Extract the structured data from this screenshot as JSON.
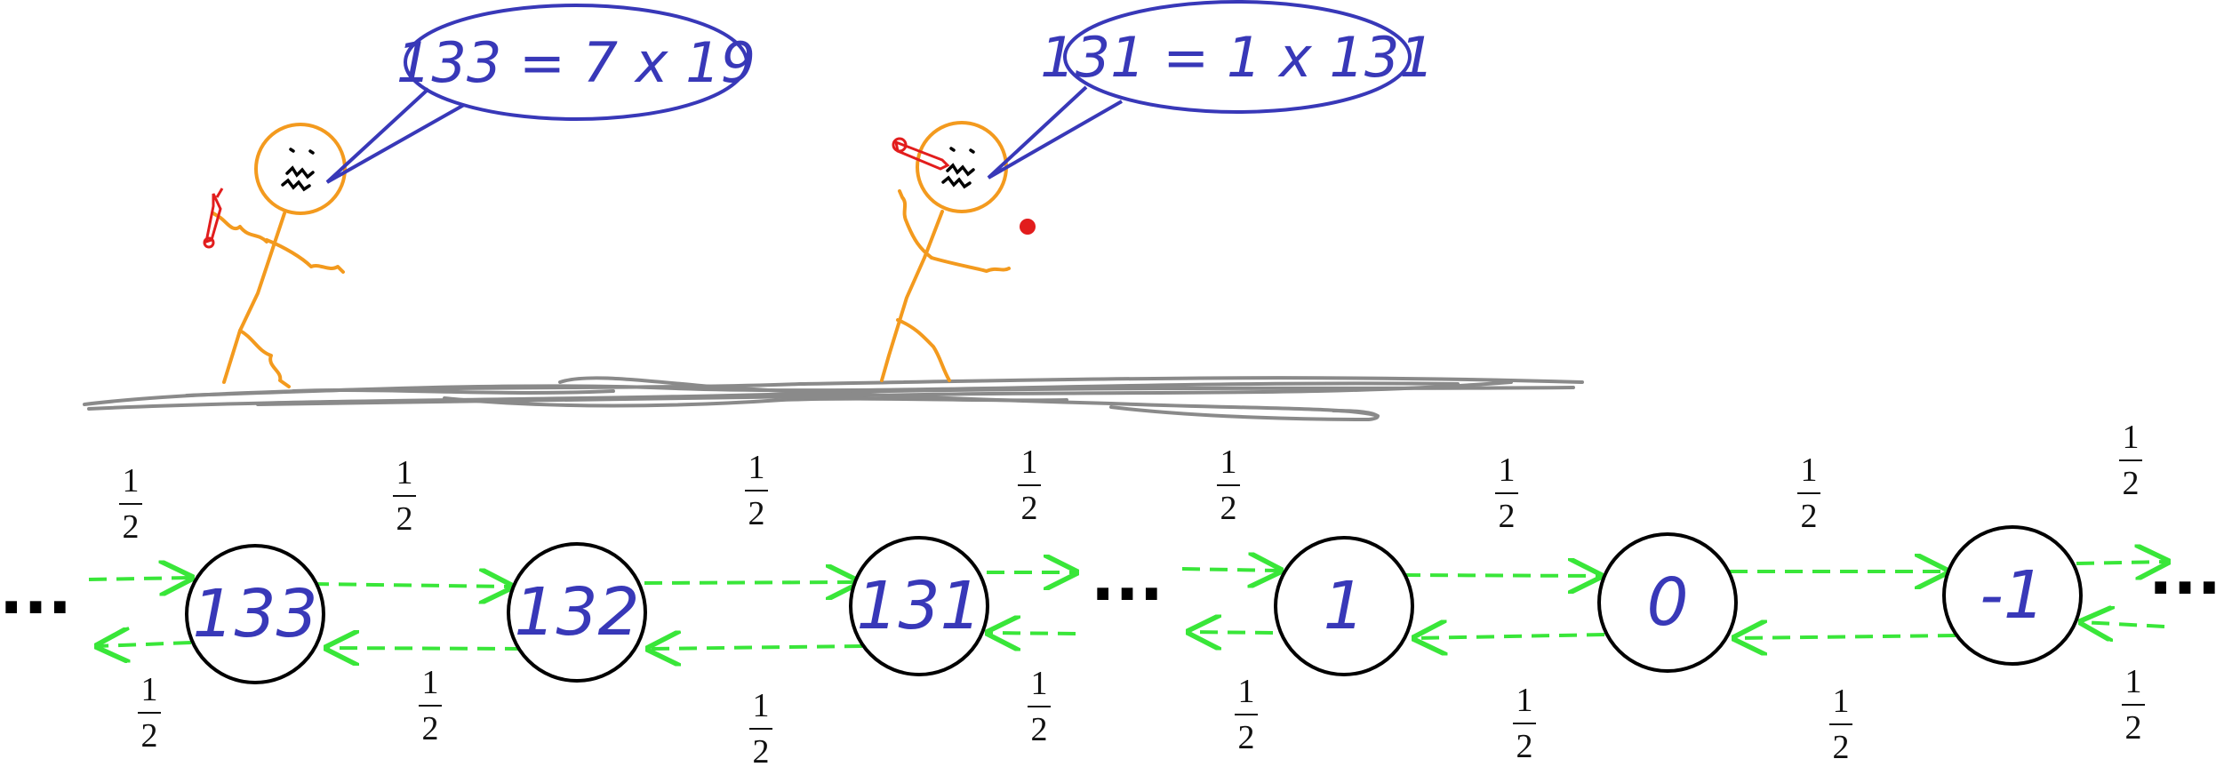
{
  "speech": [
    {
      "text": "133 = 7 x 19"
    },
    {
      "text": "131 = 1 x 131"
    }
  ],
  "ellipsis": "...",
  "states": [
    "133",
    "132",
    "131",
    "1",
    "0",
    "-1"
  ],
  "probabilities": {
    "numerator": "1",
    "denominator": "2"
  },
  "colors": {
    "figure": "#f39a1e",
    "bubble": "#3838b8",
    "pin": "#e21d1d",
    "ground": "#8a8a8a",
    "arrow": "#39e639",
    "node": "#000000",
    "node_text": "#3838b8"
  },
  "icons": [
    "stick-figure-icon",
    "safety-pin-icon",
    "speech-bubble-icon",
    "dropped-pin-dot-icon"
  ]
}
